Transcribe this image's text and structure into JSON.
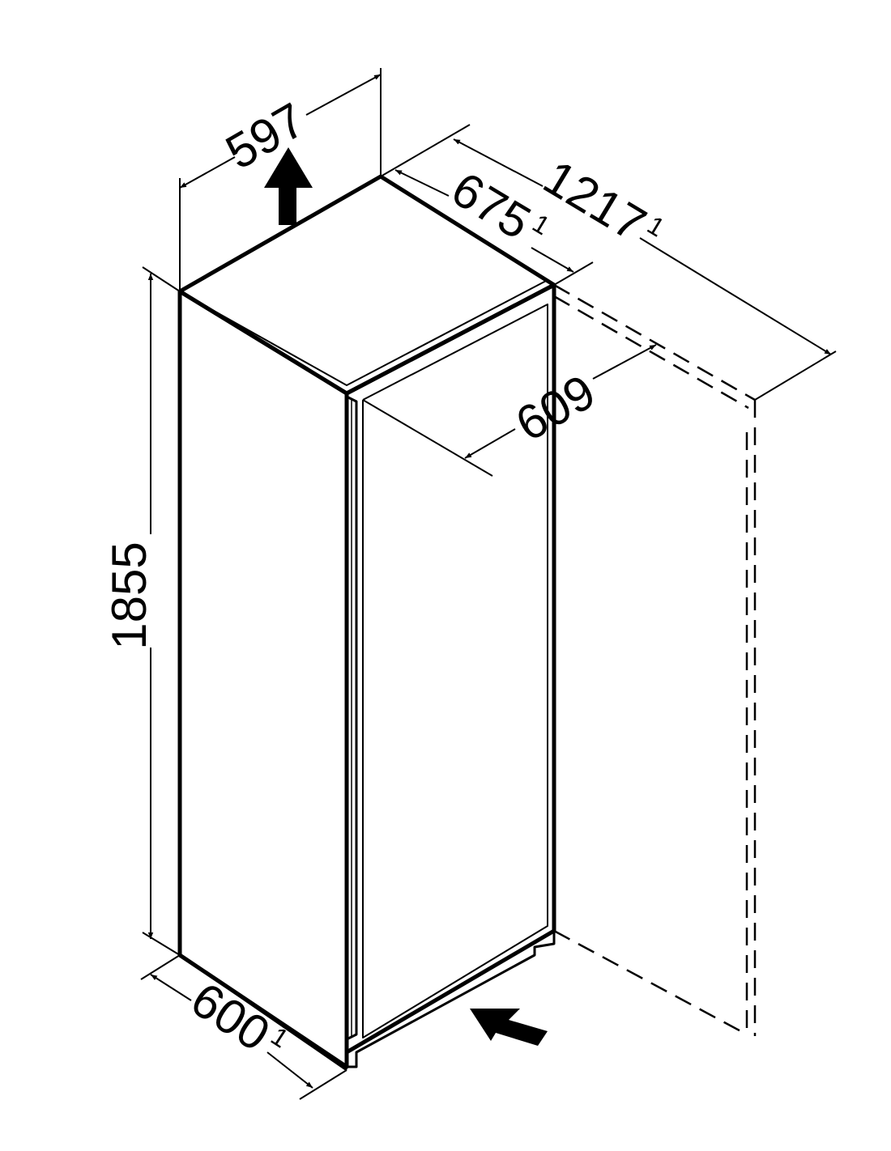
{
  "dimensions": {
    "width": "597",
    "height": "1855",
    "depth_base": "600",
    "depth_base_note": "1",
    "door_depth": "675",
    "door_depth_note": "1",
    "door_open_depth": "1217",
    "door_open_depth_note": "1",
    "body_depth": "609"
  },
  "icons": {
    "vent_up": "arrow-up-icon",
    "vent_in": "arrow-diagonal-icon"
  },
  "colors": {
    "line": "#000000",
    "background": "#ffffff"
  }
}
